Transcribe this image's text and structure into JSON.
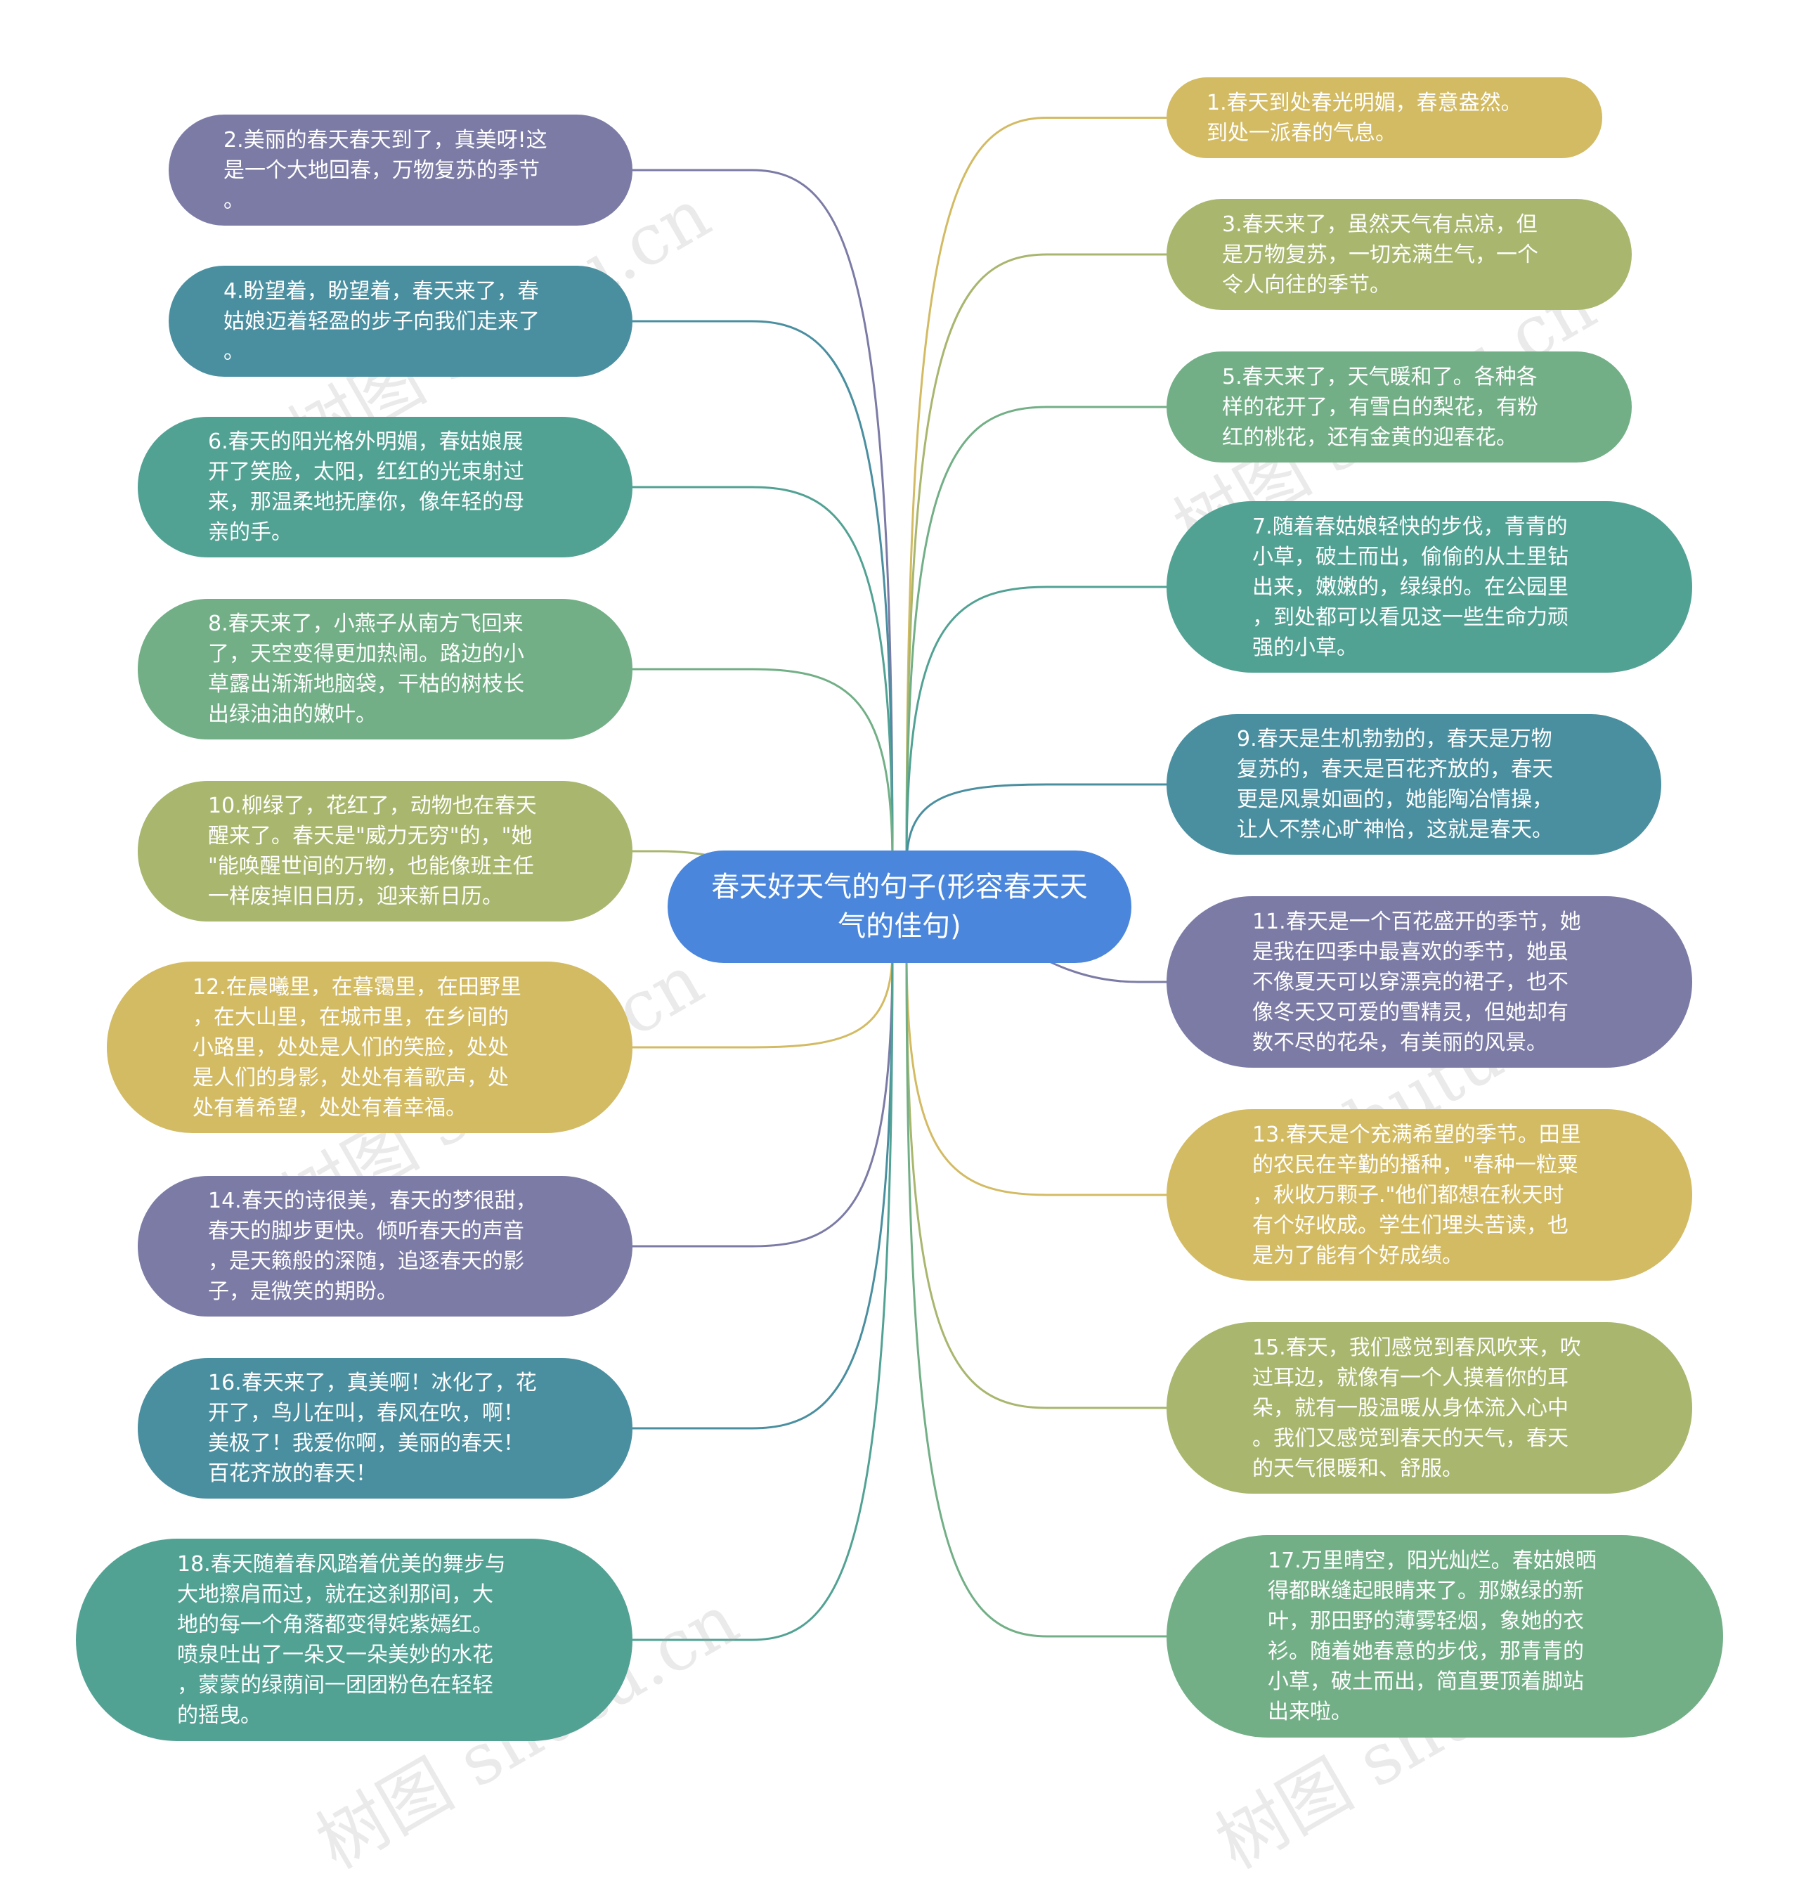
{
  "colors": {
    "center": "#4a86dc",
    "purple": "#7b7ba6",
    "tealblue": "#4a8fa0",
    "teal": "#52a294",
    "green": "#72af86",
    "olive": "#a8b66e",
    "mustard": "#d3bb64"
  },
  "center": {
    "label": "春天好天气的句子(形容春天天气的佳句)"
  },
  "left_nodes": [
    {
      "id": "n2",
      "color": "purple",
      "lines": [
        "2.美丽的春天春天到了，真美呀!这",
        "是一个大地回春，万物复苏的季节",
        "。"
      ]
    },
    {
      "id": "n4",
      "color": "tealblue",
      "lines": [
        "4.盼望着，盼望着，春天来了，春",
        "姑娘迈着轻盈的步子向我们走来了",
        "。"
      ]
    },
    {
      "id": "n6",
      "color": "teal",
      "lines": [
        "6.春天的阳光格外明媚，春姑娘展",
        "开了笑脸，太阳，红红的光束射过",
        "来，那温柔地抚摩你，像年轻的母",
        "亲的手。"
      ]
    },
    {
      "id": "n8",
      "color": "green",
      "lines": [
        "8.春天来了，小燕子从南方飞回来",
        "了，天空变得更加热闹。路边的小",
        "草露出渐渐地脑袋，干枯的树枝长",
        "出绿油油的嫩叶。"
      ]
    },
    {
      "id": "n10",
      "color": "olive",
      "lines": [
        "10.柳绿了，花红了，动物也在春天",
        "醒来了。春天是\"威力无穷\"的，\"她",
        "\"能唤醒世间的万物，也能像班主任",
        "一样废掉旧日历，迎来新日历。"
      ]
    },
    {
      "id": "n12",
      "color": "mustard",
      "lines": [
        "12.在晨曦里，在暮霭里，在田野里",
        "，在大山里，在城市里，在乡间的",
        "小路里，处处是人们的笑脸，处处",
        "是人们的身影，处处有着歌声，处",
        "处有着希望，处处有着幸福。"
      ]
    },
    {
      "id": "n14",
      "color": "purple",
      "lines": [
        "14.春天的诗很美，春天的梦很甜，",
        "春天的脚步更快。倾听春天的声音",
        "，是天籁般的深随，追逐春天的影",
        "子，是微笑的期盼。"
      ]
    },
    {
      "id": "n16",
      "color": "tealblue",
      "lines": [
        "16.春天来了，真美啊！冰化了，花",
        "开了，鸟儿在叫，春风在吹，啊！",
        "美极了！我爱你啊，美丽的春天！",
        "百花齐放的春天！"
      ]
    },
    {
      "id": "n18",
      "color": "teal",
      "lines": [
        "18.春天随着春风踏着优美的舞步与",
        "大地擦肩而过，就在这刹那间，大",
        "地的每一个角落都变得姹紫嫣红。",
        "喷泉吐出了一朵又一朵美妙的水花",
        "，蒙蒙的绿荫间一团团粉色在轻轻",
        "的摇曳。"
      ]
    }
  ],
  "right_nodes": [
    {
      "id": "n1",
      "color": "mustard",
      "lines": [
        "1.春天到处春光明媚，春意盎然。",
        "到处一派春的气息。"
      ]
    },
    {
      "id": "n3",
      "color": "olive",
      "lines": [
        "3.春天来了，虽然天气有点凉，但",
        "是万物复苏，一切充满生气，一个",
        "令人向往的季节。"
      ]
    },
    {
      "id": "n5",
      "color": "green",
      "lines": [
        "5.春天来了，天气暖和了。各种各",
        "样的花开了，有雪白的梨花，有粉",
        "红的桃花，还有金黄的迎春花。"
      ]
    },
    {
      "id": "n7",
      "color": "teal",
      "lines": [
        "7.随着春姑娘轻快的步伐，青青的",
        "小草，破土而出，偷偷的从土里钻",
        "出来，嫩嫩的，绿绿的。在公园里",
        "，到处都可以看见这一些生命力顽",
        "强的小草。"
      ]
    },
    {
      "id": "n9",
      "color": "tealblue",
      "lines": [
        "9.春天是生机勃勃的，春天是万物",
        "复苏的，春天是百花齐放的，春天",
        "更是风景如画的，她能陶冶情操，",
        "让人不禁心旷神怡，这就是春天。"
      ]
    },
    {
      "id": "n11",
      "color": "purple",
      "lines": [
        "11.春天是一个百花盛开的季节，她",
        "是我在四季中最喜欢的季节，她虽",
        "不像夏天可以穿漂亮的裙子，也不",
        "像冬天又可爱的雪精灵，但她却有",
        "数不尽的花朵，有美丽的风景。"
      ]
    },
    {
      "id": "n13",
      "color": "mustard",
      "lines": [
        "13.春天是个充满希望的季节。田里",
        "的农民在辛勤的播种，\"春种一粒粟",
        "，秋收万颗子.\"他们都想在秋天时",
        "有个好收成。学生们埋头苦读，也",
        "是为了能有个好成绩。"
      ]
    },
    {
      "id": "n15",
      "color": "olive",
      "lines": [
        "15.春天，我们感觉到春风吹来，吹",
        "过耳边，就像有一个人摸着你的耳",
        "朵，就有一股温暖从身体流入心中",
        "。我们又感觉到春天的天气，春天",
        "的天气很暖和、舒服。"
      ]
    },
    {
      "id": "n17",
      "color": "green",
      "lines": [
        "17.万里晴空，阳光灿烂。春姑娘晒",
        "得都眯缝起眼睛来了。那嫩绿的新",
        "叶，那田野的薄雾轻烟，象她的衣",
        "衫。随着她春意的步伐，那青青的",
        "小草，破土而出，简直要顶着脚站",
        "出来啦。"
      ]
    }
  ],
  "watermark": "树图 shutu.cn"
}
